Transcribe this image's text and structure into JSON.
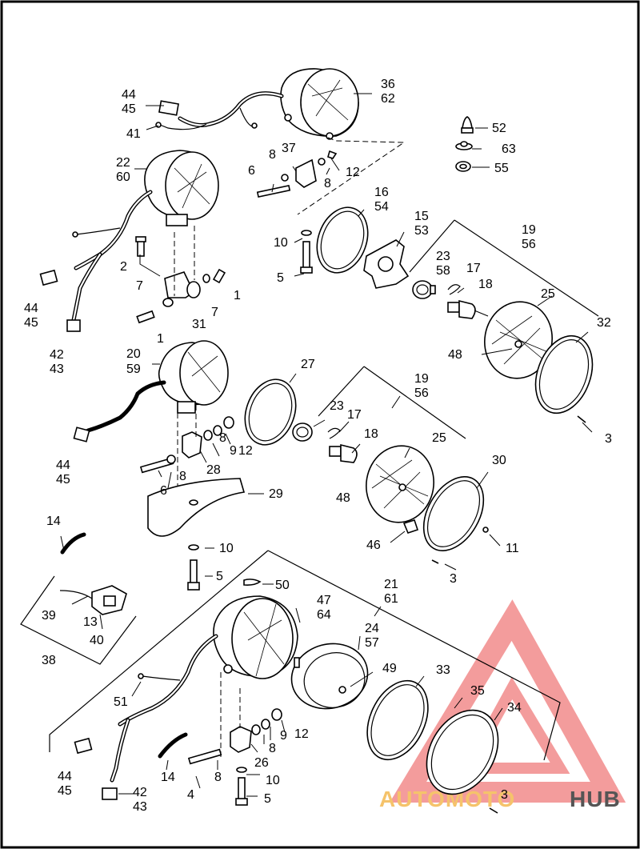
{
  "watermark": {
    "brand_part1": "AUTOMOTO",
    "brand_part2": "HUB",
    "color_primary": "#f07b7b",
    "color_secondary": "#f5c36b",
    "color_dark": "#444444"
  },
  "callouts": {
    "c44a": "44",
    "c45a": "45",
    "c41": "41",
    "c36": "36",
    "c62": "62",
    "c52": "52",
    "c63": "63",
    "c55": "55",
    "c22": "22",
    "c60": "60",
    "c8a": "8",
    "c37": "37",
    "c6a": "6",
    "c8b": "8",
    "c12a": "12",
    "c16": "16",
    "c54": "54",
    "c15": "15",
    "c53": "53",
    "c10a": "10",
    "c5a": "5",
    "c2": "2",
    "c44b": "44",
    "c45b": "45",
    "c7a": "7",
    "c7b": "7",
    "c1a": "1",
    "c1b": "1",
    "c31": "31",
    "c42a": "42",
    "c43a": "43",
    "c19a": "19",
    "c56a": "56",
    "c23a": "23",
    "c58": "58",
    "c17a": "17",
    "c18a": "18",
    "c25a": "25",
    "c32": "32",
    "c48a": "48",
    "c3a": "3",
    "c20": "20",
    "c59": "59",
    "c27": "27",
    "c19b": "19",
    "c56b": "56",
    "c23b": "23",
    "c17b": "17",
    "c18b": "18",
    "c25b": "25",
    "c44c": "44",
    "c45c": "45",
    "c8c": "8",
    "c9a": "9",
    "c12b": "12",
    "c28": "28",
    "c6b": "6",
    "c8d": "8",
    "c29": "29",
    "c30": "30",
    "c48b": "48",
    "c14a": "14",
    "c46": "46",
    "c11": "11",
    "c10b": "10",
    "c3b": "3",
    "c5b": "5",
    "c50": "50",
    "c39": "39",
    "c13": "13",
    "c40": "40",
    "c38": "38",
    "c21": "21",
    "c61": "61",
    "c47": "47",
    "c64": "64",
    "c24": "24",
    "c57": "57",
    "c49": "49",
    "c33": "33",
    "c35": "35",
    "c34": "34",
    "c51": "51",
    "c8e": "8",
    "c9b": "9",
    "c12c": "12",
    "c26": "26",
    "c44d": "44",
    "c45d": "45",
    "c14b": "14",
    "c8f": "8",
    "c10c": "10",
    "c4": "4",
    "c42b": "42",
    "c43b": "43",
    "c5c": "5",
    "c3c": "3"
  }
}
